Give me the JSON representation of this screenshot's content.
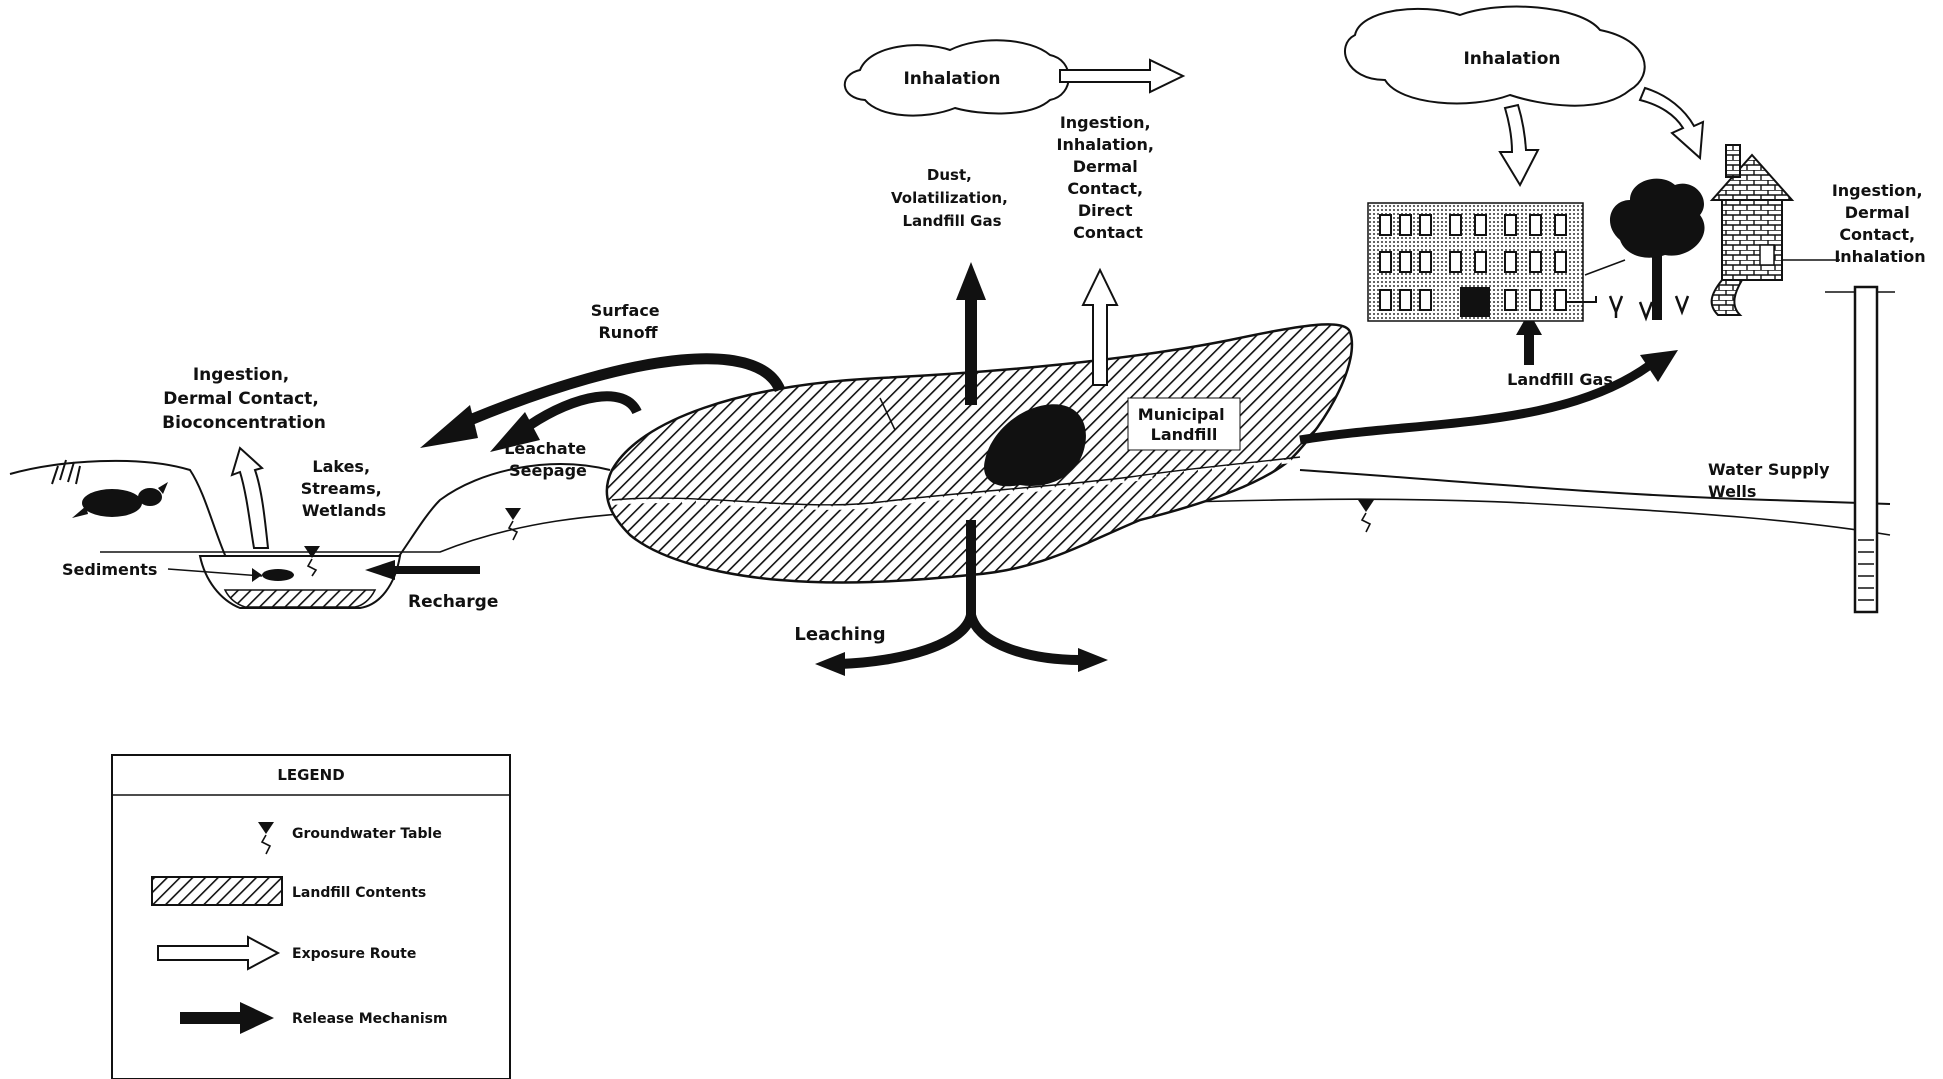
{
  "labels": {
    "inhalation_center": "Inhalation",
    "inhalation_right": "Inhalation",
    "dust": [
      "Dust,",
      "Volatilization,",
      "Landfill Gas"
    ],
    "ingestion_center": [
      "Ingestion,",
      "Inhalation,",
      "Dermal",
      "Contact,",
      "Direct",
      "Contact"
    ],
    "ingestion_right": [
      "Ingestion,",
      "Dermal",
      "Contact,",
      "Inhalation"
    ],
    "surface_runoff": [
      "Surface",
      "Runoff"
    ],
    "ingestion_left": [
      "Ingestion,",
      "Dermal Contact,",
      "Bioconcentration"
    ],
    "leachate": [
      "Leachate",
      "Seepage"
    ],
    "lakes": [
      "Lakes,",
      "Streams,",
      "Wetlands"
    ],
    "sediments": "Sediments",
    "recharge": "Recharge",
    "leaching": "Leaching",
    "municipal": [
      "Municipal",
      "Landfill"
    ],
    "landfill_gas": "Landfill Gas",
    "water_supply": [
      "Water Supply",
      "Wells"
    ]
  },
  "legend": {
    "title": "LEGEND",
    "groundwater": "Groundwater Table",
    "contents": "Landfill Contents",
    "exposure": "Exposure Route",
    "release": "Release Mechanism"
  }
}
